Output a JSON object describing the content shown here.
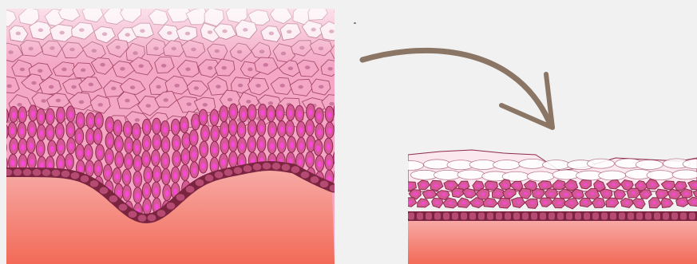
{
  "colors": {
    "background": "#f1f1f1",
    "arrow": "#8b7666",
    "dermis_top": "#f7a9a5",
    "dermis_bottom": "#f26a57",
    "membrane": "#7a2440",
    "basal_cell": "#b54a72",
    "spinous_cell": "#d35a95",
    "spinous_nucleus": "#ff45e6",
    "upper_cell": "#f3a7c4",
    "upper_nucleus": "#c06a92",
    "surface": "#fbe7ee",
    "outline": "#8e2a4d"
  },
  "panels": [
    {
      "name": "thick-epithelium",
      "icon": "tissue-cross-section"
    },
    {
      "name": "thin-epithelium",
      "icon": "tissue-cross-section"
    }
  ],
  "arrow": {
    "icon": "curved-arrow",
    "direction": "left-to-right"
  }
}
